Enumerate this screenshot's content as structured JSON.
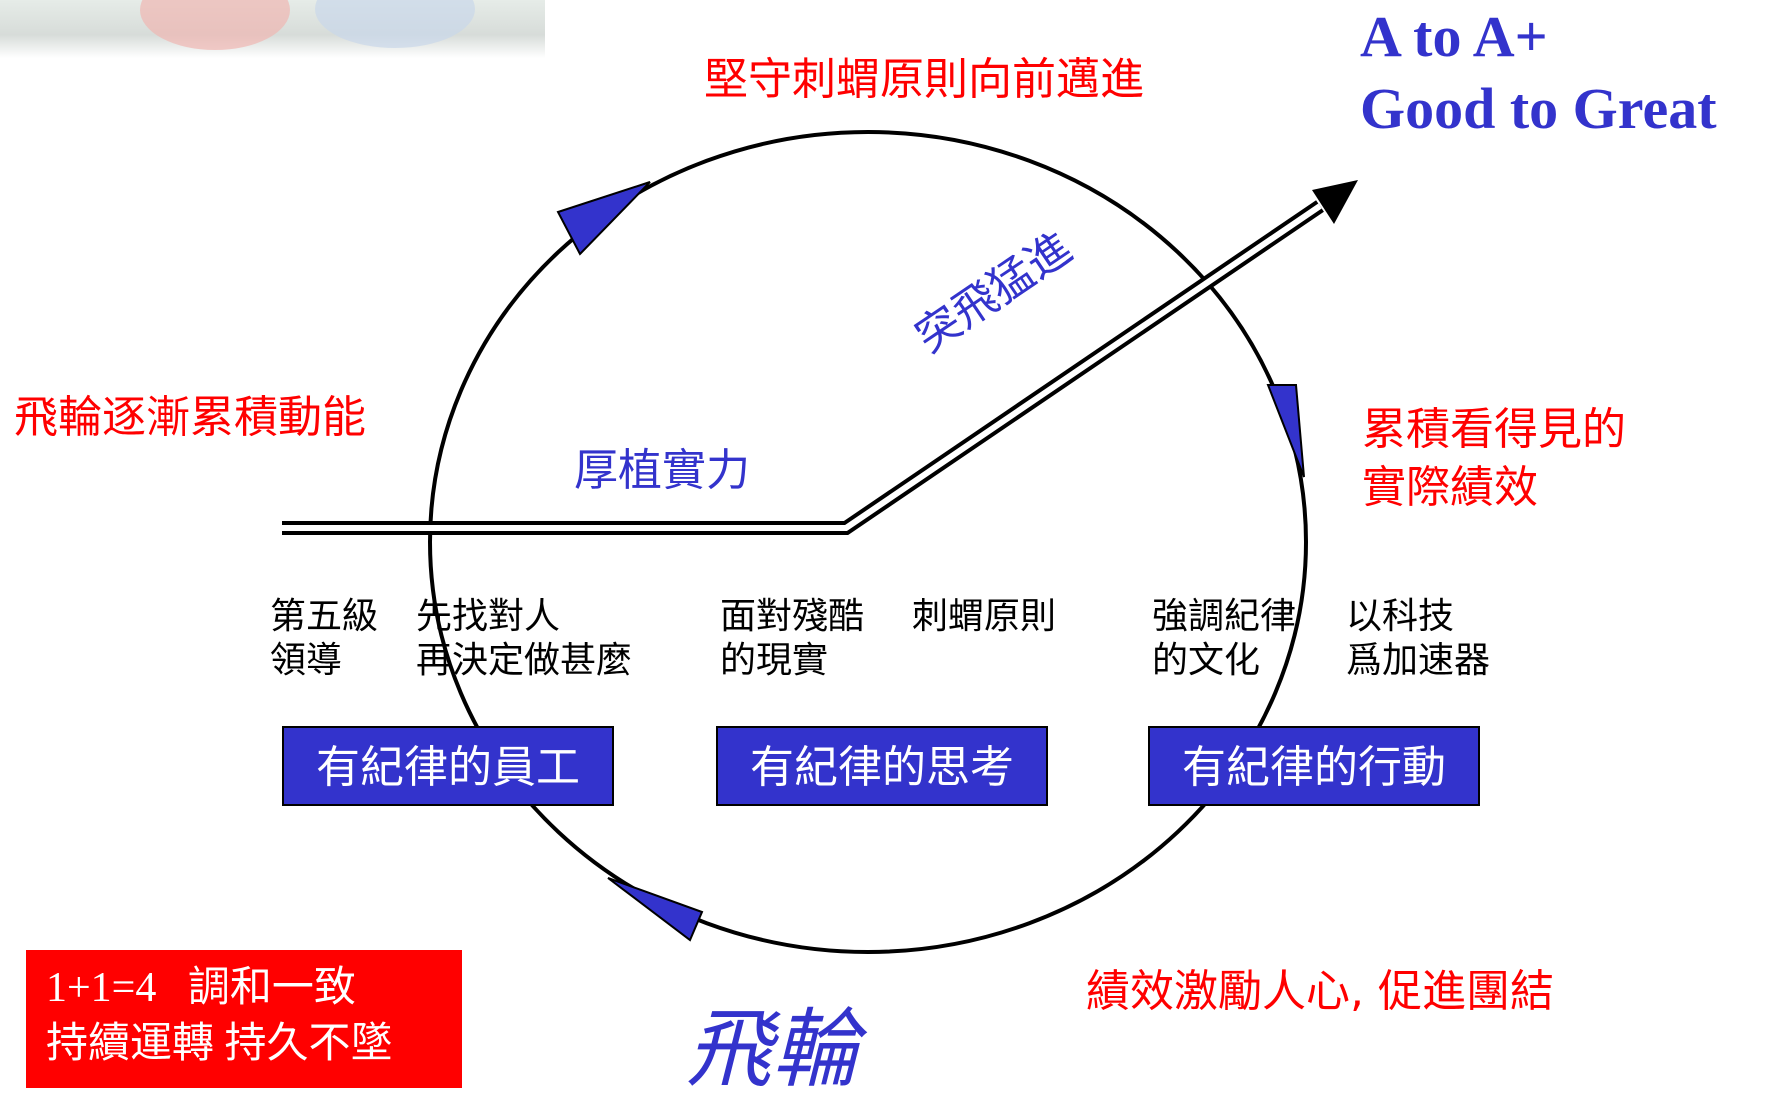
{
  "title": {
    "line1": "A to A+",
    "line2": "Good to Great"
  },
  "labels": {
    "top": "堅守刺蝟原則向前邁進",
    "left": "飛輪逐漸累積動能",
    "right_line1": "累積看得見的",
    "right_line2": "實際績效",
    "bottom_right": "績效激勵人心, 促進團結",
    "breakthrough": "突飛猛進",
    "buildup": "厚植實力",
    "flywheel": "飛輪"
  },
  "concepts": [
    {
      "line1": "第五級",
      "line2": "領導"
    },
    {
      "line1": "先找對人",
      "line2": "再決定做甚麼"
    },
    {
      "line1": "面對殘酷",
      "line2": "的現實"
    },
    {
      "line1": "刺蝟原則",
      "line2": ""
    },
    {
      "line1": "強調紀律",
      "line2": "的文化"
    },
    {
      "line1": "以科技",
      "line2": "爲加速器"
    }
  ],
  "stages": [
    {
      "label": "有紀律的員工"
    },
    {
      "label": "有紀律的思考"
    },
    {
      "label": "有紀律的行動"
    }
  ],
  "redbox": {
    "line1": "1+1=4   調和一致",
    "line2": "持續運轉 持久不墜"
  },
  "colors": {
    "blue": "#3333cc",
    "red": "#ff0000",
    "black": "#000000",
    "white": "#ffffff"
  }
}
